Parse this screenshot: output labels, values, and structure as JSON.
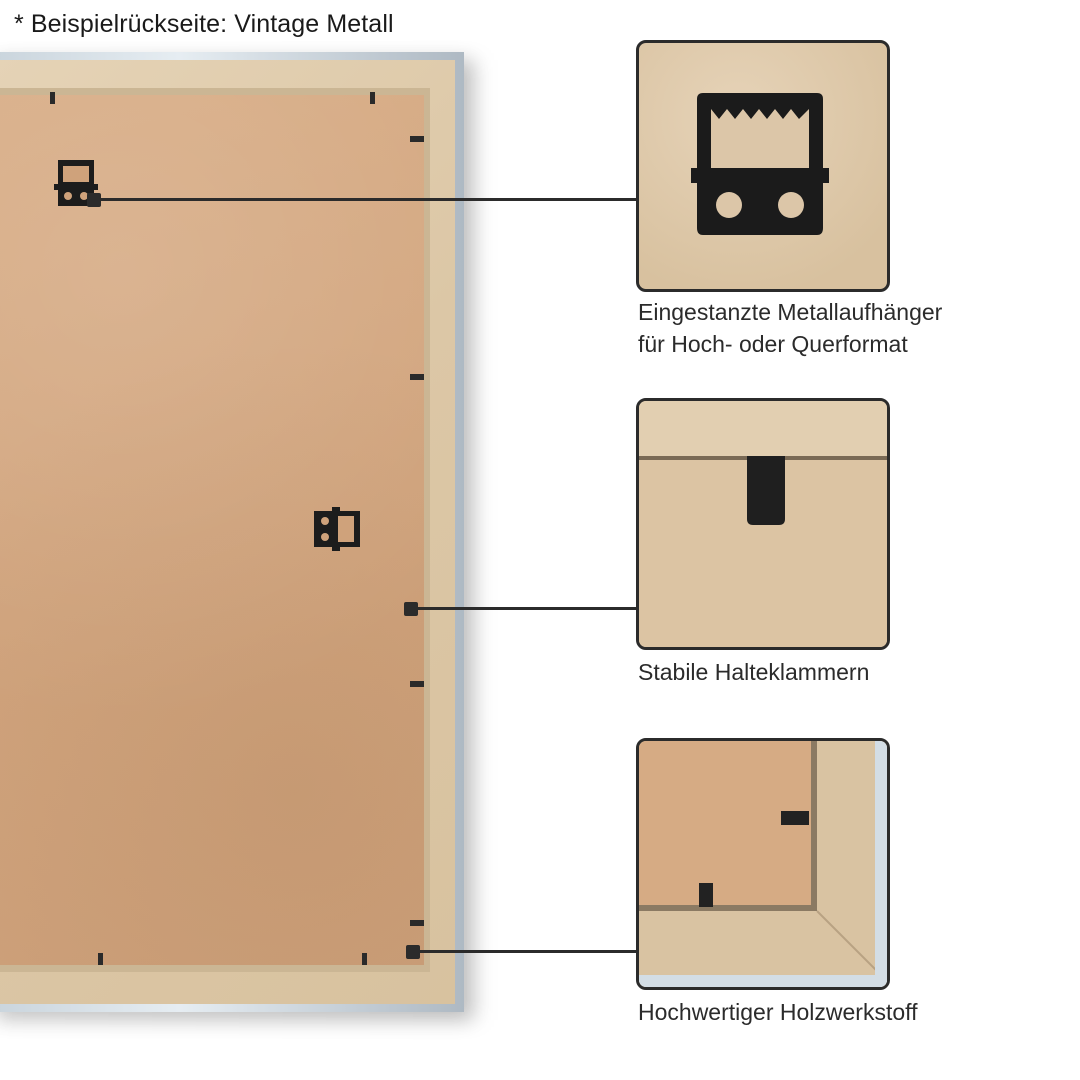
{
  "title": "* Beispielrückseite:  Vintage Metall",
  "features": [
    {
      "lines": [
        "Eingestanzte Metallaufhänger",
        "für Hoch- oder Querformat"
      ],
      "icon": "sawtooth-hanger-icon"
    },
    {
      "lines": [
        "Stabile Halteklammern"
      ],
      "icon": "retaining-clip-icon"
    },
    {
      "lines": [
        "Hochwertiger Holzwerkstoff"
      ],
      "icon": "wood-corner-icon"
    }
  ],
  "colors": {
    "board": "#d2a57e",
    "wood": "#dcc7a6",
    "metal": "#c9d4dc",
    "line": "#2b2b2b"
  }
}
